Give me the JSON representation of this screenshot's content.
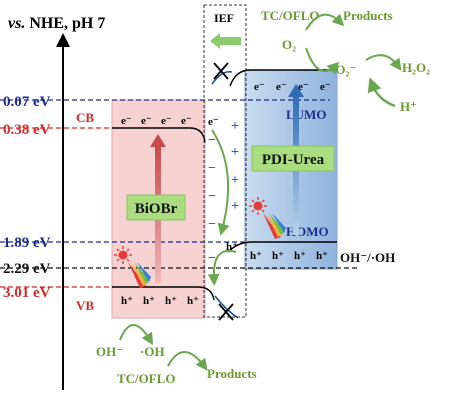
{
  "axis": {
    "title_italic": "vs.",
    "title_rest": " NHE, pH 7",
    "levels": [
      {
        "label": "0.07 eV",
        "color": "#1f2d8a"
      },
      {
        "label": "0.38 eV",
        "color": "#d42a2a"
      },
      {
        "label": "1.89 eV",
        "color": "#1f2d8a"
      },
      {
        "label": "2.29 eV",
        "color": "#111111"
      },
      {
        "label": "3.01 eV",
        "color": "#d42a2a"
      }
    ]
  },
  "biobr": {
    "name": "BiOBr",
    "cb_label": "CB",
    "vb_label": "VB",
    "electron": "e⁻",
    "hole": "h⁺"
  },
  "pdi": {
    "name": "PDI-Urea",
    "lumo_label": "LUMO",
    "homo_label": "HOMO",
    "electron": "e⁻",
    "hole": "h⁺"
  },
  "interface": {
    "ief_label": "IEF",
    "plus": "+",
    "minus": "−",
    "electron": "e⁻",
    "hole": "h⁺"
  },
  "reactions": {
    "top_reagent": "TC/OFLO",
    "top_products": "Products",
    "o2": "O₂",
    "superoxide": "·O₂⁻",
    "h2o2": "H₂O₂",
    "h_plus": "H⁺",
    "oh_couple": "OH⁻/·OH",
    "oh_minus": "OH⁻",
    "oh_radical": "·OH",
    "bottom_reagent": "TC/OFLO",
    "bottom_products": "Products"
  },
  "colors": {
    "biobr_fill": "#f6d2d2",
    "pdi_fill": "#9fbfe3",
    "blue_dash": "#1f2d8a",
    "red_dash": "#d42a2a",
    "green_arrow": "#6aa84f",
    "green_text": "#6b9a2f"
  }
}
